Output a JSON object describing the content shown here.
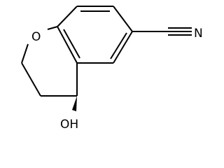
{
  "molecule": {
    "atoms": {
      "oxygen_ring": "O",
      "nitrogen": "N",
      "hydroxyl": "OH"
    }
  }
}
